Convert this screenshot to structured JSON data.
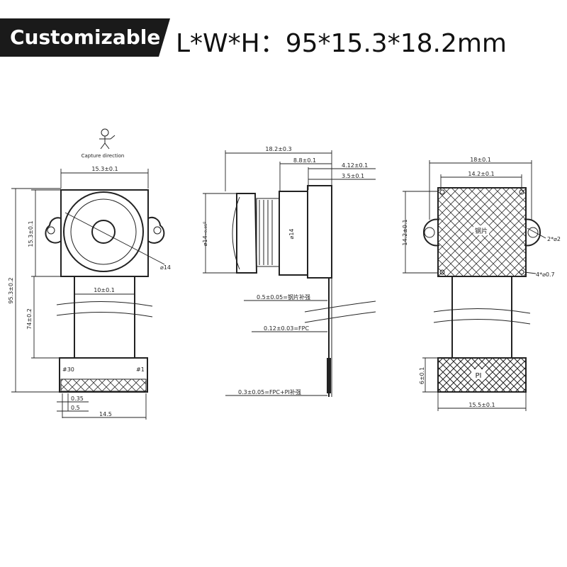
{
  "header": {
    "badge_label": "Customizable",
    "dimensions_label": "L*W*H：95*15.3*18.2mm",
    "badge_color": "#1a1a1a"
  },
  "front_view": {
    "capture_direction_label": "Capture direction",
    "width_dim": "15.3±0.1",
    "height_dim": "15.3±0.1",
    "total_length_dim": "95.3±0.2",
    "lens_diameter_dim": "⌀14",
    "fpc_width_dim": "10±0.1",
    "fpc_length_dim": "74±0.2",
    "pin_last_label": "#30",
    "pin_first_label": "#1",
    "pitch_dim": "0.35",
    "pin_width_dim": "0.5",
    "connector_width_dim": "14.5"
  },
  "side_view": {
    "total_height_dim": "18.2±0.3",
    "holder_dim": "8.8±0.1",
    "dim_a": "4.12±0.1",
    "dim_b": "3.5±0.1",
    "lens_diameter_dim": "⌀14₋₀.₀₅⁰",
    "barrel_dim": "⌀14",
    "stiffener_dim": "0.5±0.05=钢片补强",
    "fpc_thickness_dim": "0.12±0.03=FPC",
    "total_thickness_dim": "0.3±0.05=FPC+PI补强"
  },
  "back_view": {
    "outer_width_dim": "18±0.1",
    "hole_spacing_dim": "14.2±0.1",
    "height_dim": "14.2±0.1",
    "hole_dim": "2*⌀2",
    "mount_hole_dim": "4*⌀0.7",
    "steel_label": "钢片",
    "pi_label": "PI",
    "pi_height_dim": "6±0.1",
    "pi_width_dim": "15.5±0.1"
  }
}
